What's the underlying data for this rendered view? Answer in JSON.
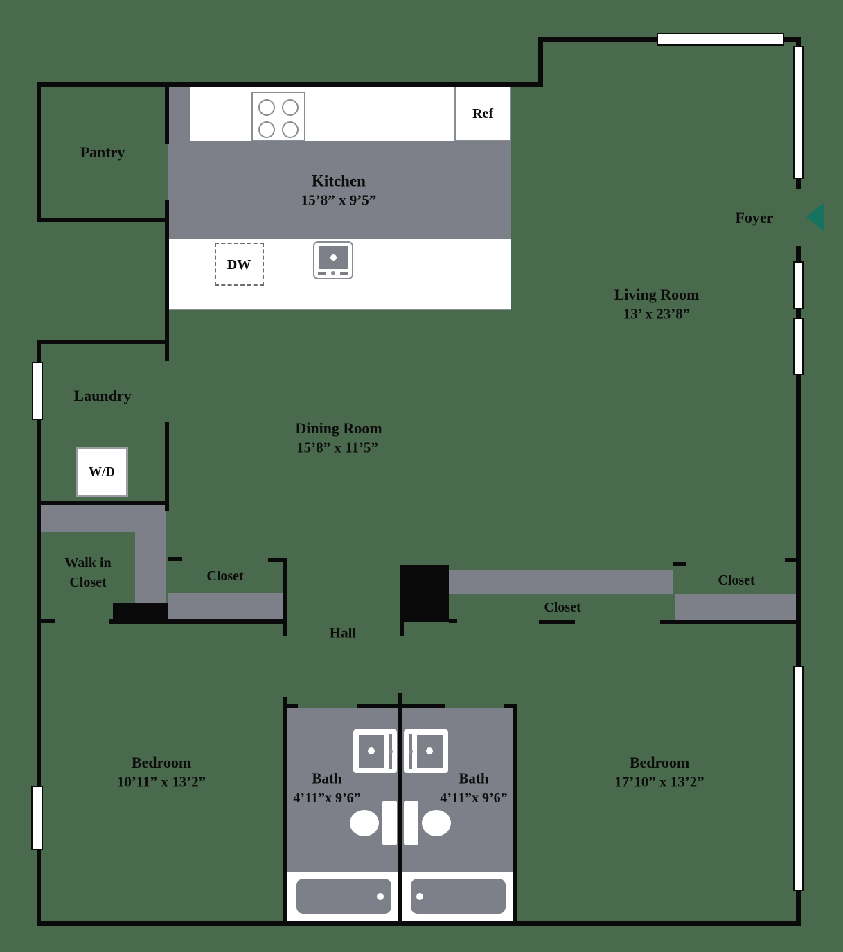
{
  "colors": {
    "background": "#4A6A4D",
    "floor_gray": "#7D8089",
    "wall": "#0A0A0A",
    "entry_arrow": "#14725F"
  },
  "rooms": {
    "pantry": {
      "name": "Pantry"
    },
    "kitchen": {
      "name": "Kitchen",
      "dims": "15’8” x 9’5”"
    },
    "foyer": {
      "name": "Foyer"
    },
    "living_room": {
      "name": "Living Room",
      "dims": "13’ x 23’8”"
    },
    "laundry": {
      "name": "Laundry"
    },
    "dining_room": {
      "name": "Dining Room",
      "dims": "15’8” x 11’5”"
    },
    "walk_in_closet": {
      "line1": "Walk in",
      "line2": "Closet"
    },
    "closet_left": {
      "name": "Closet"
    },
    "closet_middle": {
      "name": "Closet"
    },
    "closet_right": {
      "name": "Closet"
    },
    "hall": {
      "name": "Hall"
    },
    "bedroom_left": {
      "name": "Bedroom",
      "dims": "10’11” x 13’2”"
    },
    "bath_left": {
      "name": "Bath",
      "dims": "4’11”x 9’6”"
    },
    "bath_right": {
      "name": "Bath",
      "dims": "4’11”x 9’6”"
    },
    "bedroom_right": {
      "name": "Bedroom",
      "dims": "17’10” x 13’2”"
    }
  },
  "appliances": {
    "refrigerator": "Ref",
    "dishwasher": "DW",
    "washer_dryer": "W/D"
  }
}
